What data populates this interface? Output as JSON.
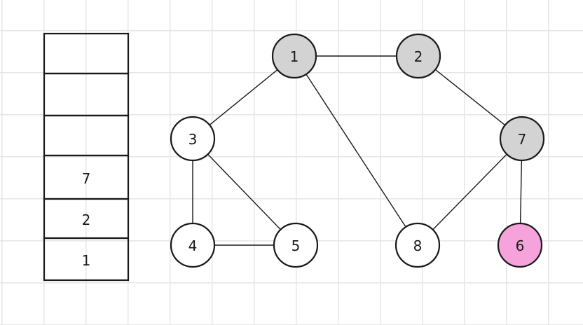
{
  "stack": {
    "slots": [
      "",
      "",
      "",
      "7",
      "2",
      "1"
    ]
  },
  "graph": {
    "nodes": [
      {
        "id": "1",
        "label": "1",
        "state": "visited"
      },
      {
        "id": "2",
        "label": "2",
        "state": "visited"
      },
      {
        "id": "3",
        "label": "3",
        "state": "unvisited"
      },
      {
        "id": "7",
        "label": "7",
        "state": "visited"
      },
      {
        "id": "4",
        "label": "4",
        "state": "unvisited"
      },
      {
        "id": "5",
        "label": "5",
        "state": "unvisited"
      },
      {
        "id": "8",
        "label": "8",
        "state": "unvisited"
      },
      {
        "id": "6",
        "label": "6",
        "state": "current"
      }
    ],
    "edges": [
      [
        "1",
        "2"
      ],
      [
        "1",
        "3"
      ],
      [
        "1",
        "8"
      ],
      [
        "2",
        "7"
      ],
      [
        "3",
        "4"
      ],
      [
        "3",
        "5"
      ],
      [
        "4",
        "5"
      ],
      [
        "7",
        "8"
      ],
      [
        "7",
        "6"
      ]
    ]
  },
  "colors": {
    "visited": "#d3d3d3",
    "unvisited": "#ffffff",
    "current": "#f5a3da",
    "stroke": "#1a1a1a",
    "grid": "#e6e6e6"
  }
}
